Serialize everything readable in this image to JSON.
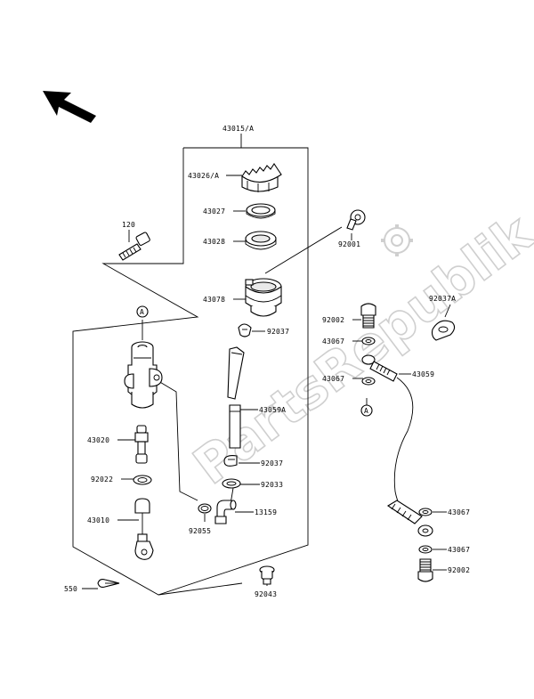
{
  "watermark": "PartsRepublik",
  "parts": {
    "assembly": "43015/A",
    "cap": "43026/A",
    "plate": "43027",
    "diaphragm": "43028",
    "bolt_120": "120",
    "bolt_92001": "92001",
    "reservoir": "43078",
    "clamp_92037_top": "92037",
    "bolt_92002_top": "92002",
    "washer_43067_a": "43067",
    "hose_43059": "43059",
    "washer_43067_b": "43067",
    "clamp_92037A": "92037A",
    "hose_43059A": "43059A",
    "piston_43020": "43020",
    "clamp_92037_bottom": "92037",
    "ring_92022": "92022",
    "ring_92033": "92033",
    "oring_92055": "92055",
    "fitting_13159": "13159",
    "pushrod_43010": "43010",
    "washer_43067_c": "43067",
    "washer_43067_d": "43067",
    "bolt_92002_bottom": "92002",
    "pin_550": "550",
    "pin_92043": "92043",
    "marker_a_top": "A",
    "marker_a_bottom": "A"
  }
}
